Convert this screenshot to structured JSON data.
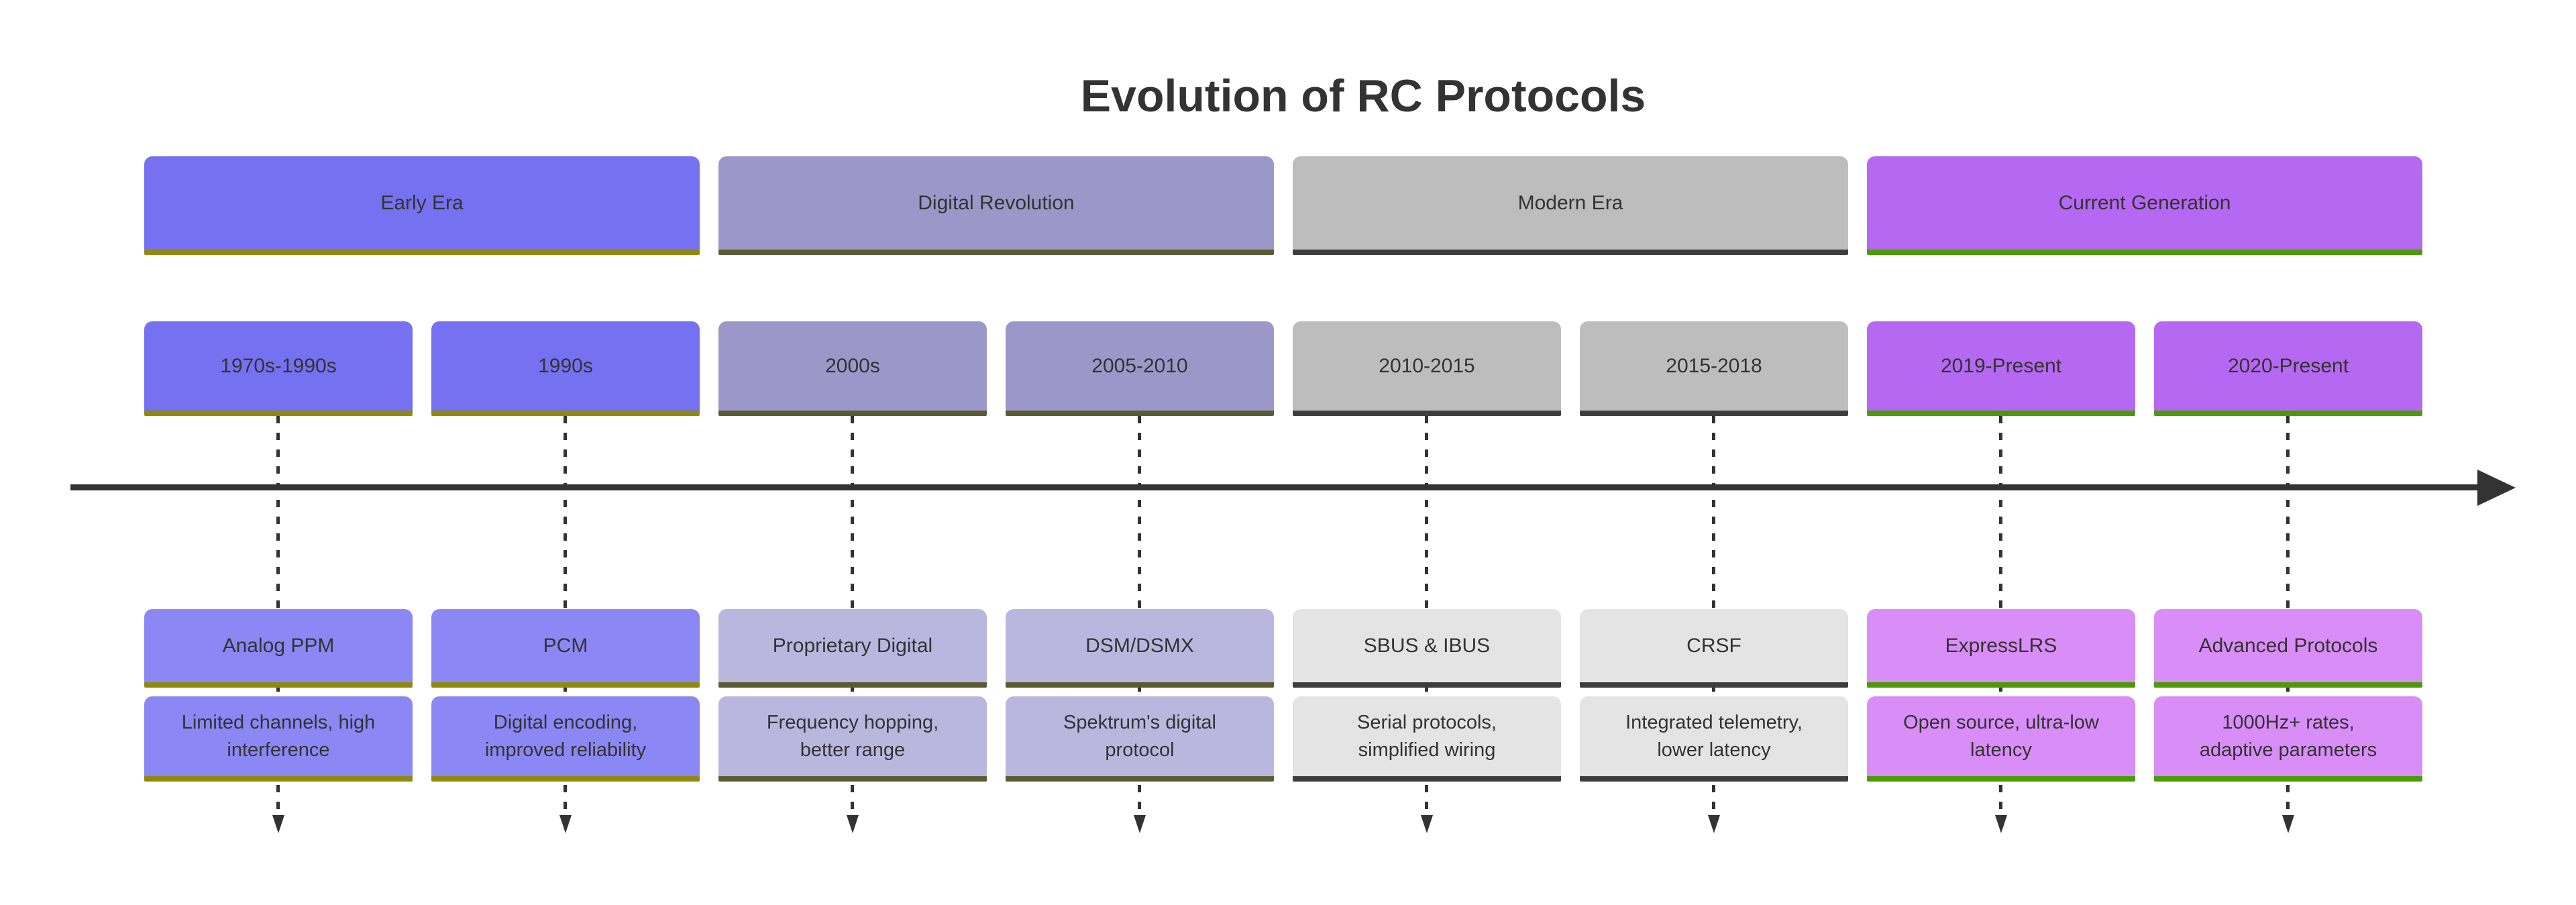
{
  "title": "Evolution of RC Protocols",
  "diagram": {
    "text_color": "#333333",
    "axis_color": "#333333",
    "sections": [
      {
        "label": "Early Era",
        "colors": {
          "fill": "#7671F0",
          "event_fill": "#8B87F4",
          "line": "#8F8A0E"
        },
        "periods": [
          {
            "label": "1970s-1990s",
            "event": "Analog PPM",
            "description": "Limited channels, high\ninterference"
          },
          {
            "label": "1990s",
            "event": "PCM",
            "description": "Digital encoding,\nimproved reliability"
          }
        ]
      },
      {
        "label": "Digital Revolution",
        "colors": {
          "fill": "#9B98C9",
          "event_fill": "#BAB7DF",
          "line": "#5B5B33"
        },
        "periods": [
          {
            "label": "2000s",
            "event": "Proprietary Digital",
            "description": "Frequency hopping,\nbetter range"
          },
          {
            "label": "2005-2010",
            "event": "DSM/DSMX",
            "description": "Spektrum's digital\nprotocol"
          }
        ]
      },
      {
        "label": "Modern Era",
        "colors": {
          "fill": "#BDBDBD",
          "event_fill": "#E4E4E4",
          "line": "#3D3D3D"
        },
        "periods": [
          {
            "label": "2010-2015",
            "event": "SBUS & IBUS",
            "description": "Serial protocols,\nsimplified wiring"
          },
          {
            "label": "2015-2018",
            "event": "CRSF",
            "description": "Integrated telemetry,\nlower latency"
          }
        ]
      },
      {
        "label": "Current Generation",
        "colors": {
          "fill": "#B568F1",
          "event_fill": "#D98DF7",
          "line": "#4C9B06"
        },
        "periods": [
          {
            "label": "2019-Present",
            "event": "ExpressLRS",
            "description": "Open source, ultra-low\nlatency"
          },
          {
            "label": "2020-Present",
            "event": "Advanced Protocols",
            "description": "1000Hz+ rates,\nadaptive parameters"
          }
        ]
      }
    ]
  }
}
